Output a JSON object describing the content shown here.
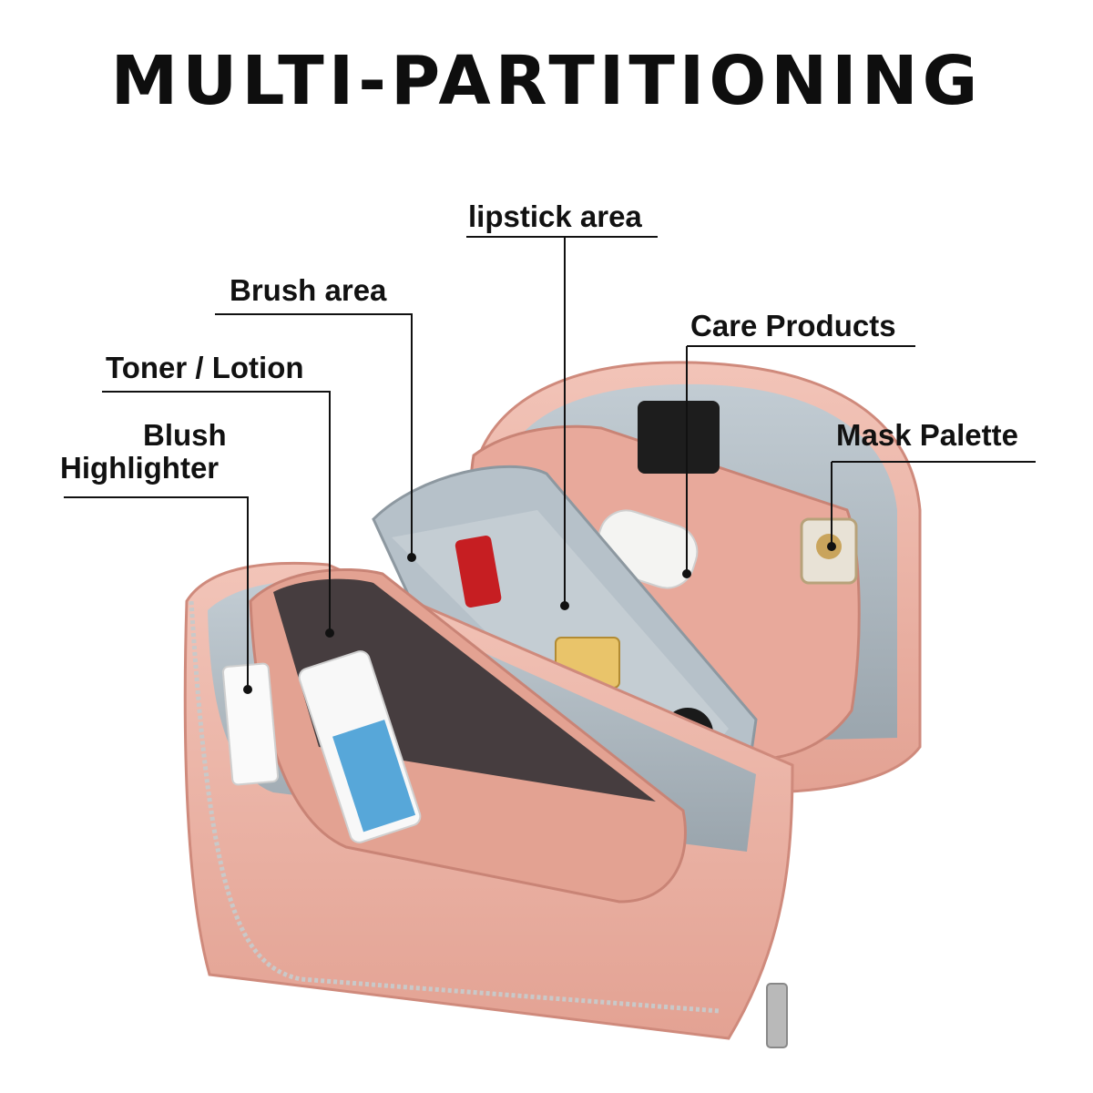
{
  "title": "MULTI-PARTITIONING",
  "labels": {
    "lipstick": "lipstick area",
    "brush": "Brush area",
    "care": "Care Products",
    "toner": "Toner / Lotion",
    "mask": "Mask Palette",
    "blush_line1": "Blush",
    "blush_line2": "Highlighter"
  },
  "colors": {
    "leather": "#e9aea1",
    "leather_dark": "#cf8a7c",
    "lining": "#a9b4bd",
    "lining_dark": "#8a949c",
    "line": "#111111"
  }
}
